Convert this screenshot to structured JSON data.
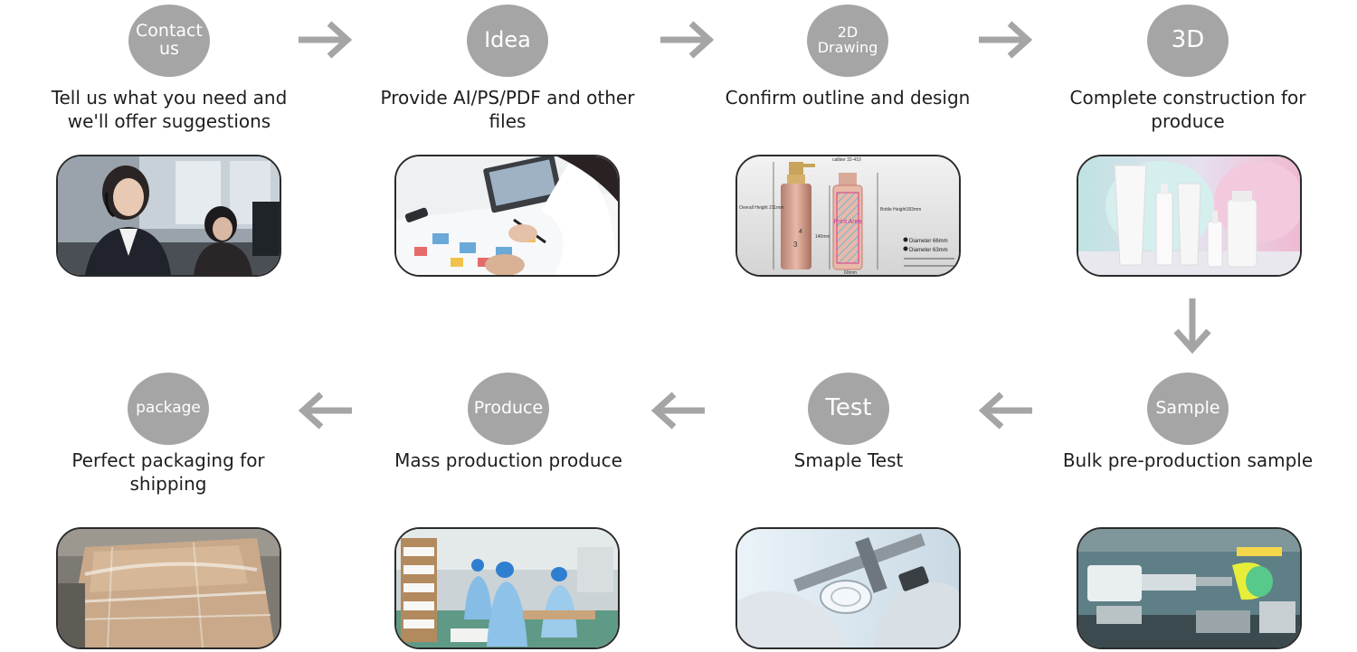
{
  "colors": {
    "circle": "#a5a5a5",
    "arrow": "#a5a5a5",
    "text": "#1e1e1e",
    "frame": "#2b2b2b"
  },
  "steps": [
    {
      "badge": "Contact us",
      "description": "Tell us what you need and we'll offer suggestions",
      "icon": "customer-service-photo"
    },
    {
      "badge": "Idea",
      "description": "Provide AI/PS/PDF and other files",
      "icon": "design-sketch-photo"
    },
    {
      "badge": "2D Drawing",
      "description": "Confirm outline and design",
      "icon": "technical-drawing-photo"
    },
    {
      "badge": "3D",
      "description": "Complete construction for produce",
      "icon": "cosmetic-bottles-photo"
    },
    {
      "badge": "Sample",
      "description": "Bulk pre-production sample",
      "icon": "production-machine-photo"
    },
    {
      "badge": "Test",
      "description": "Smaple Test",
      "icon": "caliper-measure-photo"
    },
    {
      "badge": "Produce",
      "description": "Mass production produce",
      "icon": "factory-workers-photo"
    },
    {
      "badge": "package",
      "description": "Perfect packaging for shipping",
      "icon": "wrapped-pallet-photo"
    }
  ],
  "drawing_labels": {
    "caliber": "caliber 32-410",
    "overall_height": "Overall Height 211mm",
    "bottle_height": "Bottle Height183mm",
    "print_area": "Print Area",
    "dim_140": "140mm",
    "dim_60": "60mm",
    "diam1": "Diameter  66mm",
    "diam2": "Diameter  63mm",
    "num3": "3",
    "num4": "4"
  }
}
